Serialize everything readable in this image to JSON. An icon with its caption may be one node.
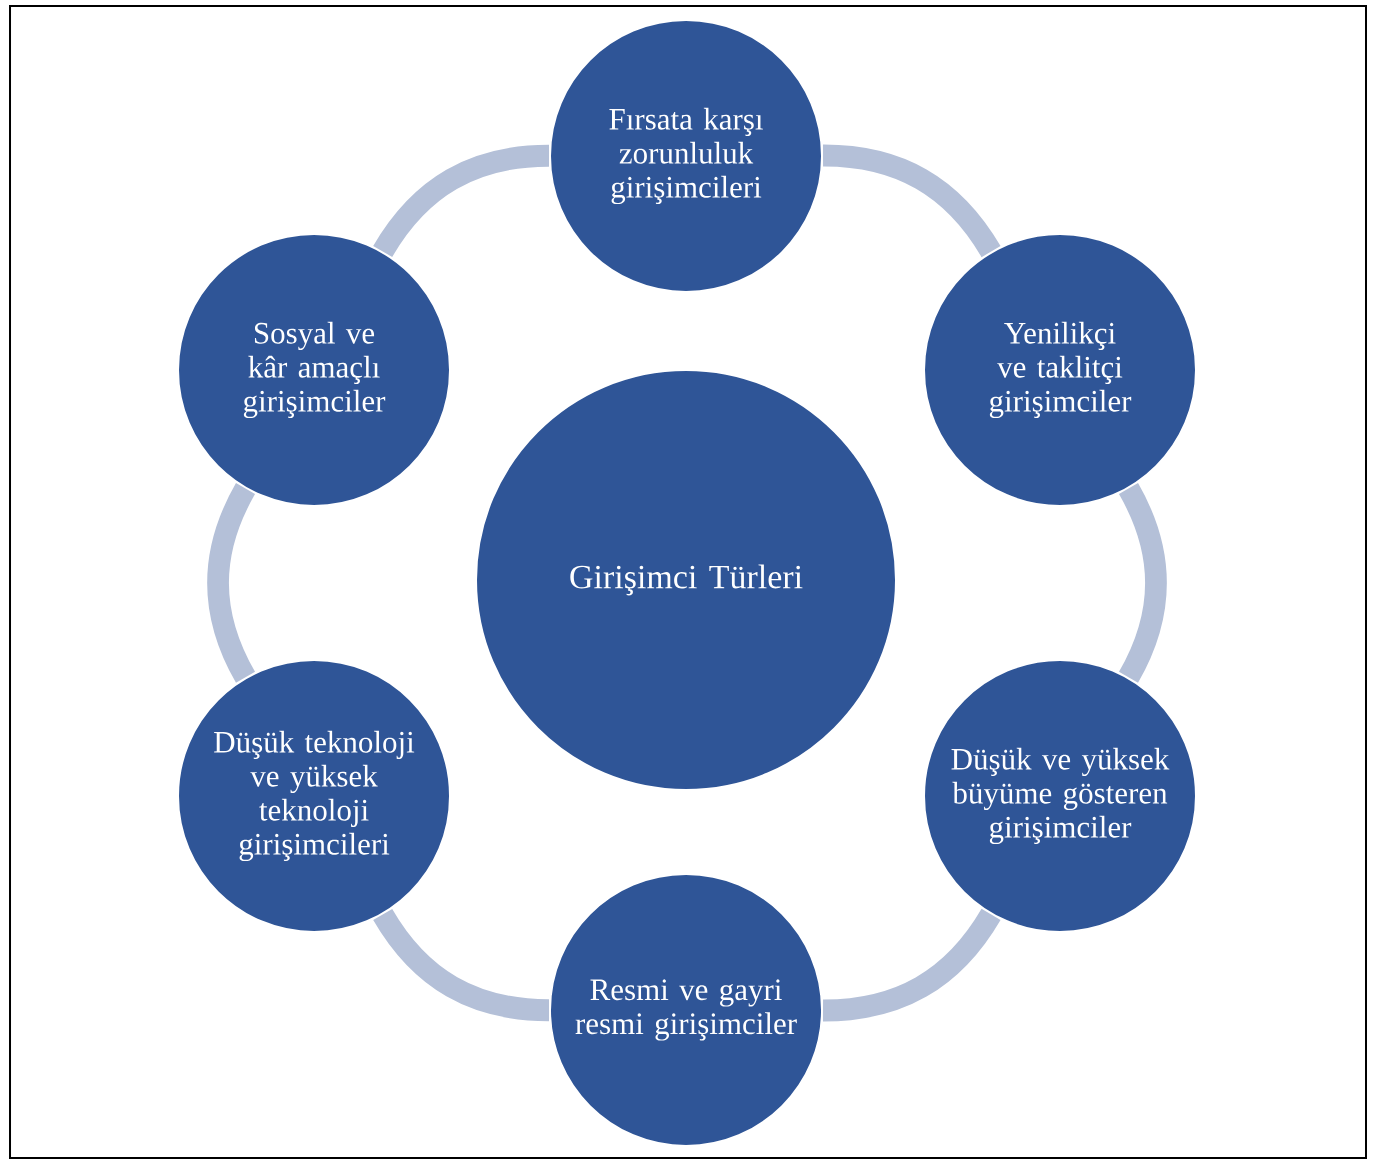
{
  "diagram": {
    "nodes": [
      {
        "text": [
          "Girişimci Türleri"
        ]
      },
      {
        "text": [
          "Fırsata karşı zorunluluk girişimcileri"
        ]
      },
      {
        "text": [
          "Yenilikçi ve taklitçi girişimciler"
        ]
      },
      {
        "text": [
          "Düşük ve yüksek büyüme gösteren girişimciler"
        ]
      },
      {
        "text": [
          "Resmi ve gayri resmi girişimciler"
        ]
      },
      {
        "text": [
          "Düşük teknoloji ve yüksek teknoloji girişimcileri"
        ]
      },
      {
        "text": [
          "Sosyal ve kâr amaçlı girişimciler"
        ]
      }
    ],
    "edges": [
      {
        "from": 1,
        "to": 2,
        "arrow": "none"
      },
      {
        "from": 2,
        "to": 3,
        "arrow": "none"
      },
      {
        "from": 3,
        "to": 4,
        "arrow": "none"
      },
      {
        "from": 4,
        "to": 5,
        "arrow": "none"
      },
      {
        "from": 5,
        "to": 6,
        "arrow": "none"
      },
      {
        "from": 6,
        "to": 1,
        "arrow": "none"
      }
    ]
  }
}
